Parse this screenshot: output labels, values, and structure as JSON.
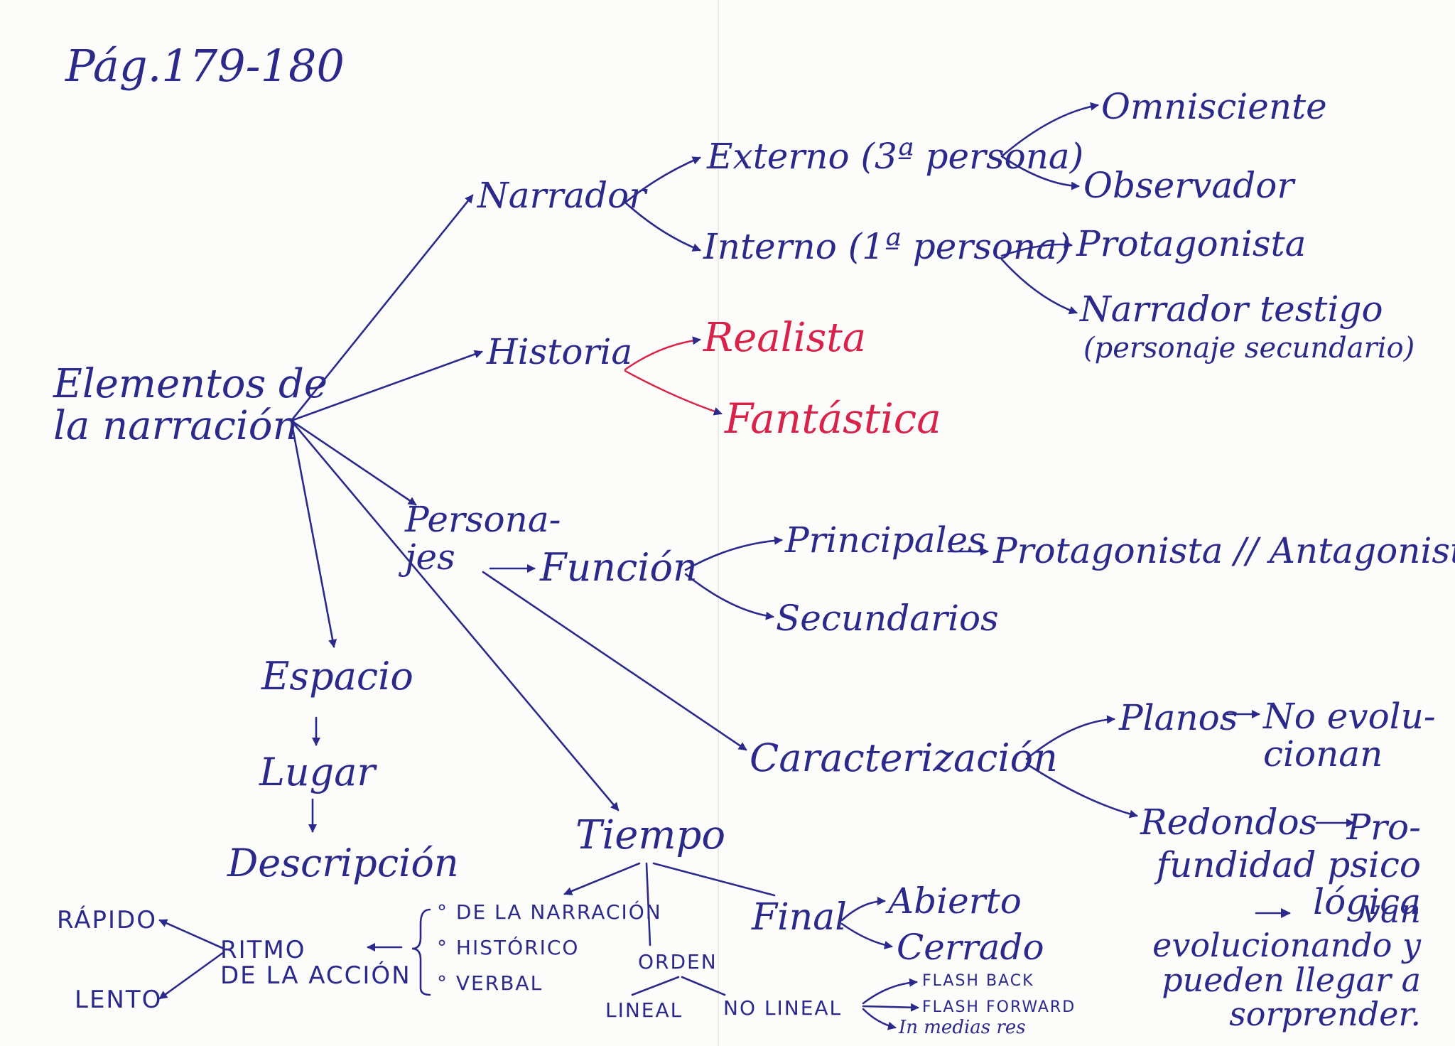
{
  "page_ref": "Pág.179-180",
  "root": "Elementos de\nla narración",
  "narrador": {
    "label": "Narrador",
    "externo": "Externo (3ª persona)",
    "omnisciente": "Omnisciente",
    "observador": "Observador",
    "interno": "Interno (1ª persona)",
    "protagonista": "Protagonista",
    "testigo": "Narrador testigo",
    "testigo_note": "(personaje secundario)"
  },
  "historia": {
    "label": "Historia",
    "realista": "Realista",
    "fantastica": "Fantástica"
  },
  "personajes": {
    "label": "Persona-\njes",
    "funcion": "Función",
    "principales": "Principales",
    "protagonista_antagonista": "Protagonista // Antagonista",
    "secundarios": "Secundarios",
    "caracterizacion": "Caracterización",
    "planos": "Planos",
    "planos_note": "No evolu-\ncionan",
    "redondos": "Redondos",
    "redondos_note": "Pro-\nfundidad psico\nlógica",
    "redondos_tail": "van\nevolucionando y\npueden llegar a\nsorprender."
  },
  "espacio": {
    "label": "Espacio",
    "lugar": "Lugar",
    "descripcion": "Descripción"
  },
  "tiempo": {
    "label": "Tiempo",
    "de_la_narracion": "° DE LA NARRACIÓN",
    "historico": "° HISTÓRICO",
    "verbal": "° VERBAL",
    "ritmo": "RITMO\nDE LA ACCIÓN",
    "rapido": "RÁPIDO",
    "lento": "LENTO",
    "orden": "ORDEN",
    "lineal": "LINEAL",
    "no_lineal": "NO LINEAL",
    "flash_back": "FLASH BACK",
    "flash_forward": "FLASH FORWARD",
    "in_medias_res": "In medias res",
    "final": "Final",
    "abierto": "Abierto",
    "cerrado": "Cerrado"
  },
  "colors": {
    "ink": "#2b2a8a",
    "red": "#d9224a"
  }
}
